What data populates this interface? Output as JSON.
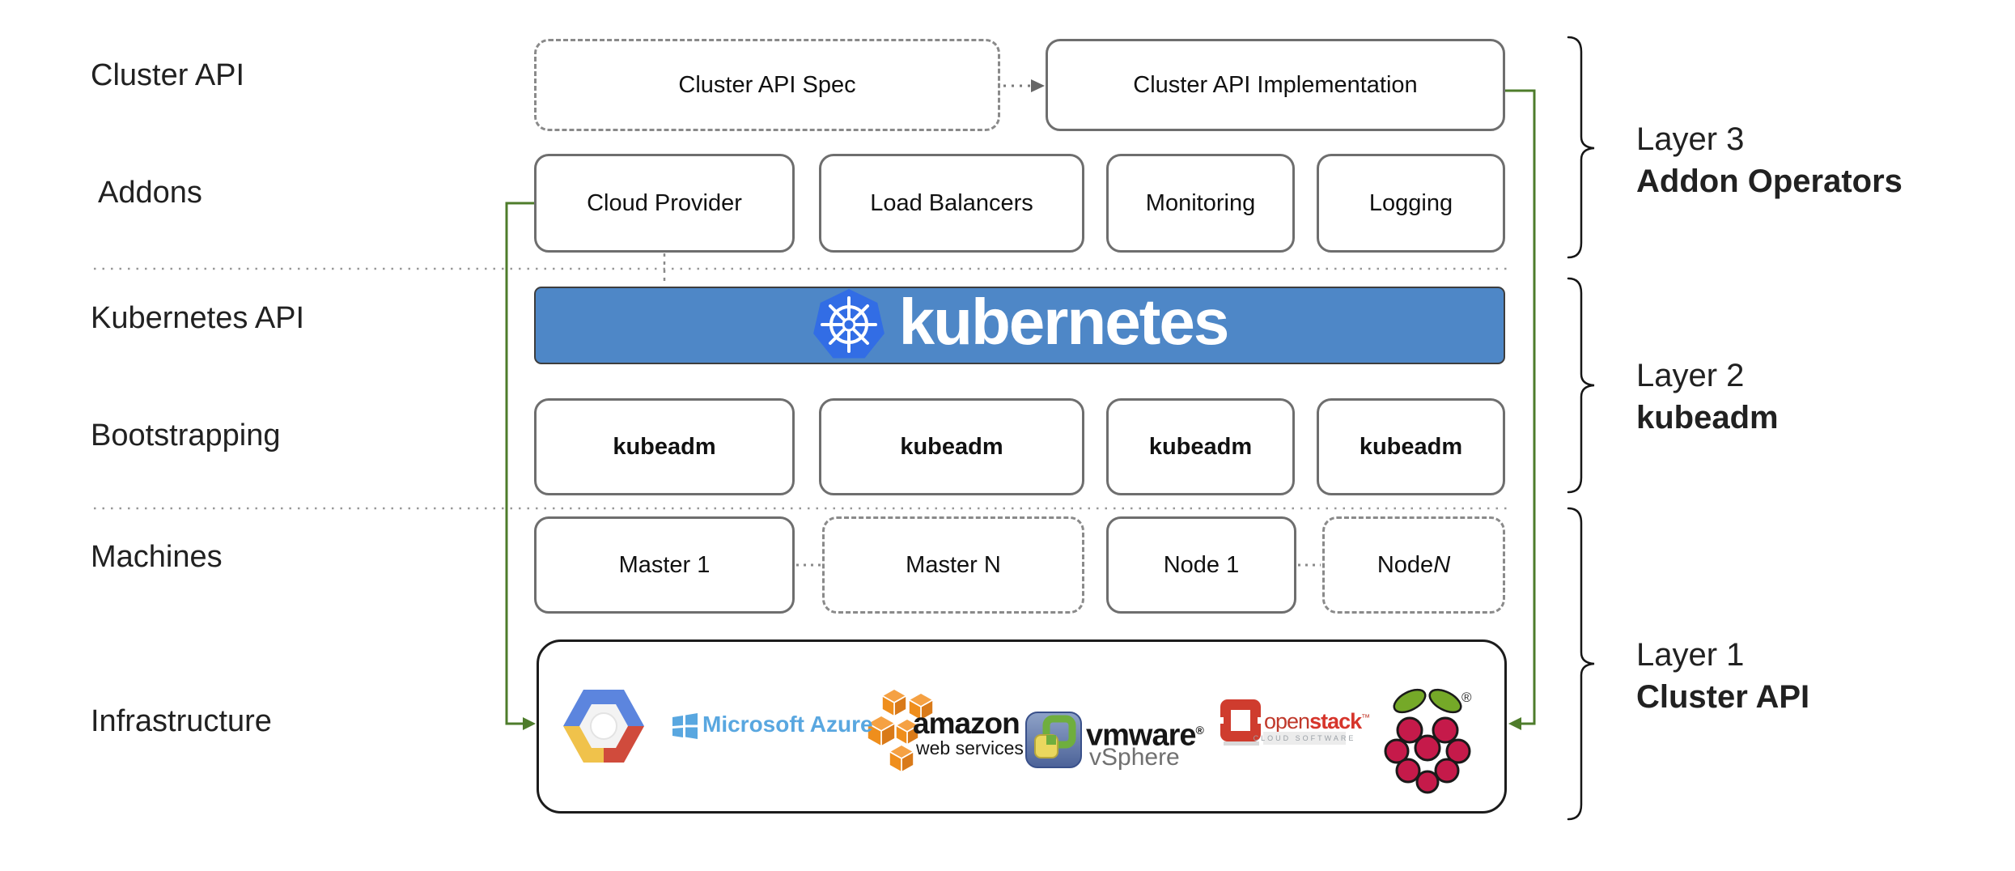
{
  "row_labels": {
    "cluster_api": "Cluster API",
    "addons": "Addons",
    "kubernetes_api": "Kubernetes API",
    "bootstrapping": "Bootstrapping",
    "machines": "Machines",
    "infrastructure": "Infrastructure"
  },
  "cluster_api_row": {
    "spec": "Cluster API Spec",
    "implementation": "Cluster API Implementation"
  },
  "addons": [
    "Cloud Provider",
    "Load Balancers",
    "Monitoring",
    "Logging"
  ],
  "kubernetes_banner": {
    "wordmark": "kubernetes"
  },
  "bootstrapping": [
    "kubeadm",
    "kubeadm",
    "kubeadm",
    "kubeadm"
  ],
  "machines": [
    {
      "prefix": "Master 1",
      "suffix": ""
    },
    {
      "prefix": "Master N",
      "suffix": ""
    },
    {
      "prefix": "Node 1",
      "suffix": ""
    },
    {
      "prefix": "Node ",
      "suffix": "N"
    }
  ],
  "infrastructure": {
    "providers": [
      "Google Cloud Platform",
      "Microsoft Azure",
      "Amazon Web Services",
      "VMware vSphere",
      "OpenStack",
      "Raspberry Pi"
    ],
    "azure_text": "Microsoft Azure",
    "aws_text_main": "amazon",
    "aws_text_sub": "web services",
    "vmware_text_main": "vmware",
    "vmware_reg": "®",
    "vmware_text_sub": "vSphere",
    "openstack_text_open": "open",
    "openstack_text_stack": "stack",
    "openstack_tm": "™",
    "openstack_sub": "CLOUD SOFTWARE",
    "raspberry_reg": "®"
  },
  "layers": [
    {
      "title": "Layer 3",
      "subtitle": "Addon Operators"
    },
    {
      "title": "Layer 2",
      "subtitle": "kubeadm"
    },
    {
      "title": "Layer 1",
      "subtitle": "Cluster API"
    }
  ],
  "colors": {
    "connector_green": "#4e7c2b",
    "banner_blue": "#4e87c7",
    "k8s_logo_blue": "#326de5",
    "azure_blue": "#59a7e0",
    "aws_orange": "#ef8e1c",
    "openstack_red": "#cf3c2e",
    "raspberry_red": "#c51a4a",
    "leaf_green": "#75a928",
    "gcp_blue": "#5c85de",
    "gcp_red": "#d04b3c",
    "gcp_yellow": "#f0c24b"
  }
}
